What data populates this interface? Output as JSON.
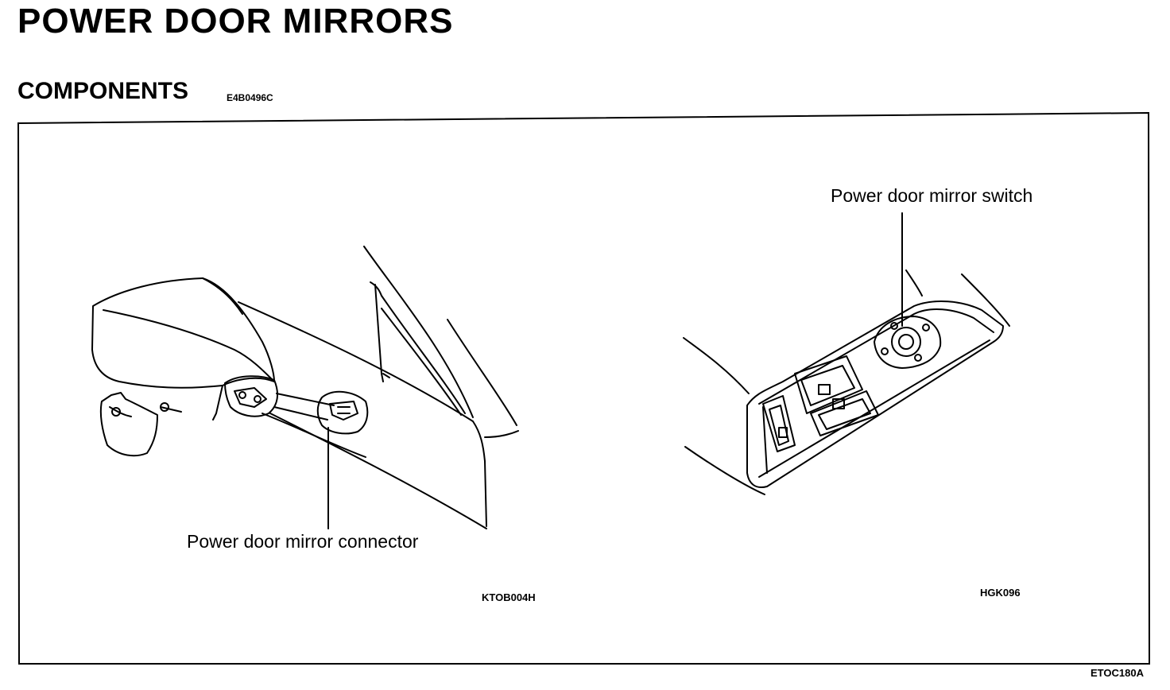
{
  "page": {
    "title": "POWER DOOR MIRRORS",
    "subtitle": "COMPONENTS",
    "section_code": "E4B0496C",
    "figure_code": "ETOC180A"
  },
  "figure": {
    "left_panel": {
      "label": "Power door mirror connector",
      "image_code": "KTOB004H",
      "icons": [
        "mirror-housing-icon",
        "mirror-cover-icon",
        "mirror-connector-icon",
        "door-frame-icon"
      ]
    },
    "right_panel": {
      "label": "Power door mirror switch",
      "image_code": "HGK096",
      "icons": [
        "door-trim-icon",
        "switch-panel-icon",
        "mirror-switch-knob-icon",
        "window-switch-icon"
      ]
    }
  }
}
